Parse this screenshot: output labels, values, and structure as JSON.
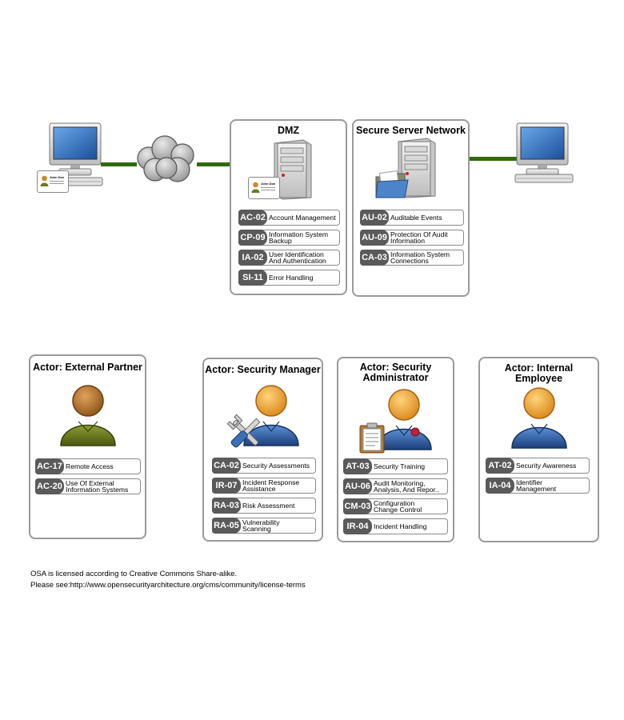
{
  "zones": {
    "dmz": {
      "title": "DMZ",
      "badge_name": "John Doe",
      "controls": [
        {
          "id": "AC-02",
          "label": "Account Management"
        },
        {
          "id": "CP-09",
          "label": "Information System\nBackup"
        },
        {
          "id": "IA-02",
          "label": "User Identification\nAnd Authentication"
        },
        {
          "id": "SI-11",
          "label": "Error Handling"
        }
      ]
    },
    "secure": {
      "title": "Secure Server Network",
      "controls": [
        {
          "id": "AU-02",
          "label": "Auditable Events"
        },
        {
          "id": "AU-09",
          "label": "Protection Of Audit\nInformation"
        },
        {
          "id": "CA-03",
          "label": "Information System\nConnections"
        }
      ]
    }
  },
  "client_badge_name": "John Doe",
  "actors": {
    "external": {
      "title": "Actor: External Partner",
      "controls": [
        {
          "id": "AC-17",
          "label": "Remote Access"
        },
        {
          "id": "AC-20",
          "label": "Use Of External\nInformation Systems"
        }
      ]
    },
    "manager": {
      "title": "Actor: Security Manager",
      "controls": [
        {
          "id": "CA-02",
          "label": "Security Assessments"
        },
        {
          "id": "IR-07",
          "label": "Incident Response\nAssistance"
        },
        {
          "id": "RA-03",
          "label": "Risk Assessment"
        },
        {
          "id": "RA-05",
          "label": "Vulnerability\nScanning"
        }
      ]
    },
    "admin": {
      "title": "Actor: Security\nAdministrator",
      "controls": [
        {
          "id": "AT-03",
          "label": "Security Training"
        },
        {
          "id": "AU-06",
          "label": "Audit Monitoring,\nAnalysis, And Repor.."
        },
        {
          "id": "CM-03",
          "label": "Configuration\nChange Control"
        },
        {
          "id": "IR-04",
          "label": "Incident Handling"
        }
      ]
    },
    "internal": {
      "title": "Actor: Internal Employee",
      "controls": [
        {
          "id": "AT-02",
          "label": "Security Awareness"
        },
        {
          "id": "IA-04",
          "label": "Identifier\nManagement"
        }
      ]
    }
  },
  "footer": {
    "line1": "OSA is licensed according to Creative Commons Share-alike.",
    "line2": "Please see:http://www.opensecurityarchitecture.org/cms/community/license-terms"
  },
  "colors": {
    "link": "#2f6a0b",
    "id_chip": "#5a5a5a",
    "external_actor": "#6b7a1e",
    "internal_actor": "#2d5fa8",
    "head": "#f0a030"
  }
}
